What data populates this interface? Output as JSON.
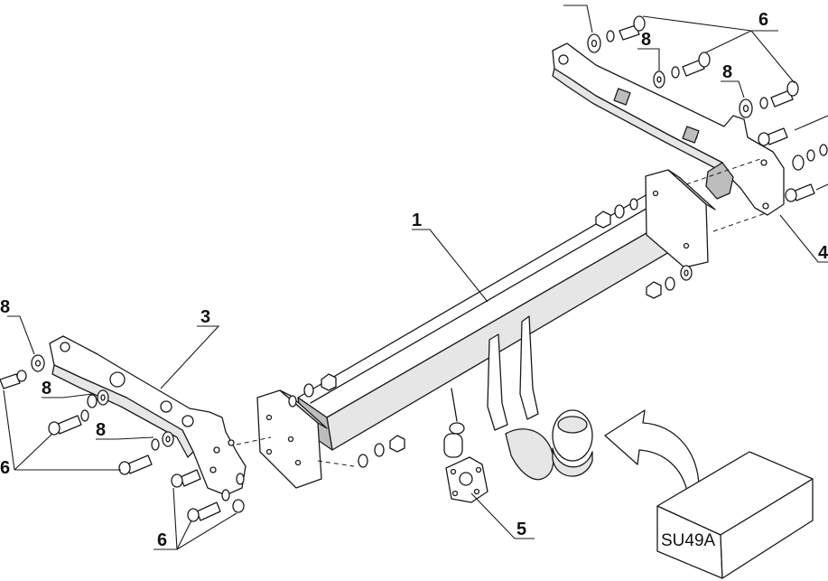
{
  "callouts": {
    "main_beam": "1",
    "left_bracket": "3",
    "right_bracket": "4",
    "tow_ball": "5",
    "bolts_left_top": "6",
    "bolts_left_bottom": "6",
    "bolts_right": "6",
    "washer_left_1": "8",
    "washer_left_2": "8",
    "washer_left_3": "8",
    "washer_right_1": "8",
    "washer_right_2": "8"
  },
  "part_box": {
    "code": "SU49A"
  },
  "colors": {
    "line": "#1a1a1a",
    "background": "#ffffff"
  }
}
